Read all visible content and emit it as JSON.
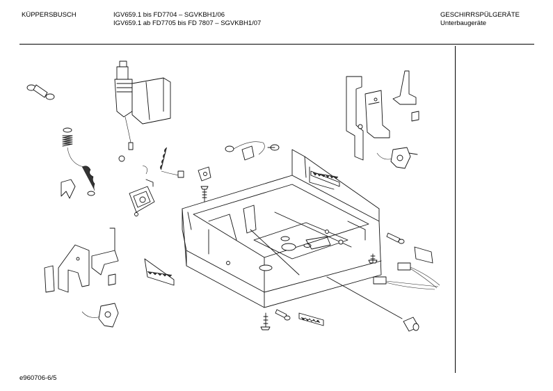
{
  "header": {
    "brand": "KÜPPERSBUSCH",
    "models": [
      "IGV659.1 bis FD7704 – SGVKBH1/06",
      "IGV659.1 ab FD7705 bis FD 7807 – SGVKBH1/07"
    ],
    "category": [
      "GESCHIRRSPÜLGERÄTE",
      "Unterbaugeräte"
    ]
  },
  "footer": {
    "code": "e960706-6/5"
  },
  "drawing": {
    "icon": "exploded-parts-diagram"
  }
}
